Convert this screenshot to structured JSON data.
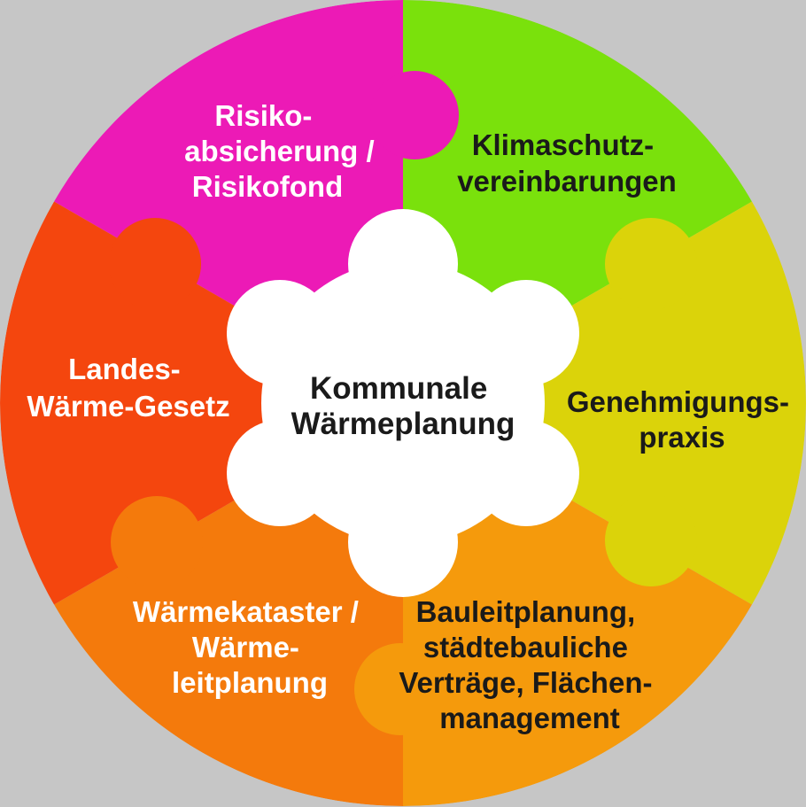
{
  "center": {
    "line1": "Kommunale",
    "line2": "Wärmeplanung",
    "color": "#ffffff"
  },
  "segments": [
    {
      "id": "risiko",
      "lines": [
        "Risiko-",
        "absicherung /",
        "Risikofond"
      ],
      "color": "#ec1ab6",
      "text_color": "#ffffff"
    },
    {
      "id": "klimaschutz",
      "lines": [
        "Klimaschutz-",
        "vereinbarungen"
      ],
      "color": "#7ae10c",
      "text_color": "#1a1a1a"
    },
    {
      "id": "genehmigung",
      "lines": [
        "Genehmigungs-",
        "praxis"
      ],
      "color": "#dbd30a",
      "text_color": "#1a1a1a"
    },
    {
      "id": "bauleitplanung",
      "lines": [
        "Bauleitplanung,",
        "städtebauliche",
        "Verträge, Flächen-",
        "management"
      ],
      "color": "#f59a0c",
      "text_color": "#1a1a1a"
    },
    {
      "id": "waermekataster",
      "lines": [
        "Wärmekataster /",
        "Wärme-",
        "leitplanung"
      ],
      "color": "#f47a0c",
      "text_color": "#ffffff"
    },
    {
      "id": "landes",
      "lines": [
        "Landes-",
        "Wärme-Gesetz"
      ],
      "color": "#f4460e",
      "text_color": "#ffffff"
    }
  ],
  "background": "#c6c6c6"
}
